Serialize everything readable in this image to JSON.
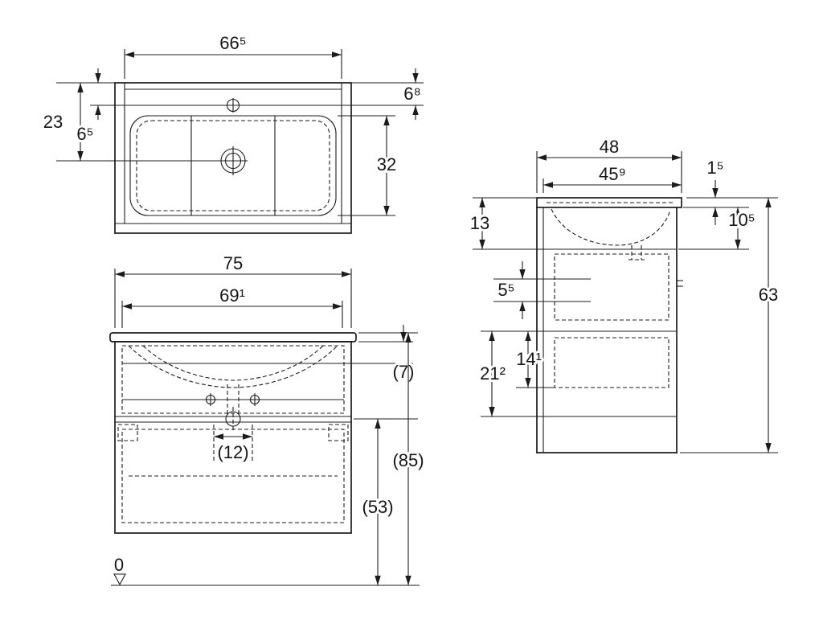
{
  "meta": {
    "background": "#ffffff",
    "line_color": "#1c1c1c"
  },
  "top_view": {
    "basin_width": "66⁵",
    "back_to_drain": "23",
    "back_to_tap": "6⁵",
    "back_to_tap_right": "6⁸",
    "basin_depth": "32"
  },
  "front_view": {
    "cabinet_width": "75",
    "inner_width": "69¹",
    "slab_offset": "(7)",
    "drain_clearance": "(12)",
    "bottom_height": "(53)",
    "total_height": "(85)",
    "datum": "0"
  },
  "side_view": {
    "total_depth": "48",
    "inner_depth": "45⁹",
    "front_edge": "1⁵",
    "apron_height": "10⁵",
    "recess_depth": "13",
    "rail_gap": "5⁵",
    "total_height": "63",
    "drawer_front": "21²",
    "drawer_box": "14¹"
  }
}
